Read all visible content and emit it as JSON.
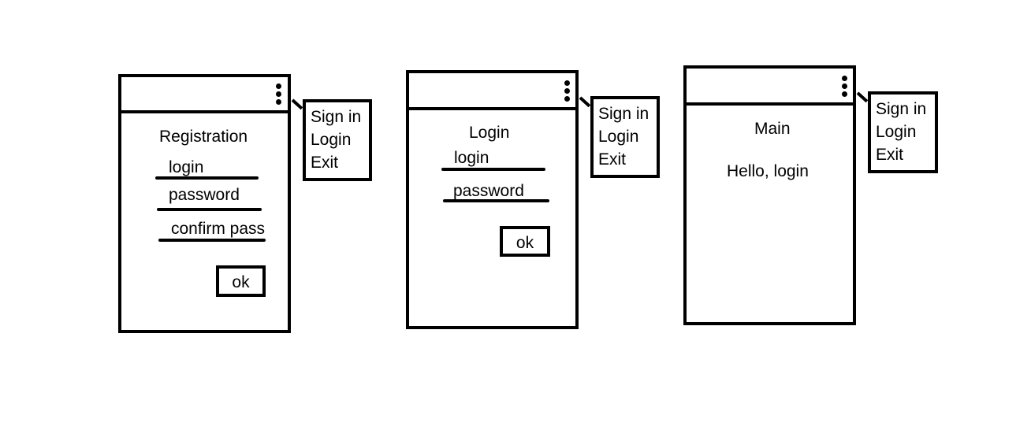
{
  "screens": [
    {
      "title": "Registration",
      "fields": [
        "login",
        "password",
        "confirm pass"
      ],
      "button": "ok",
      "menu": [
        "Sign in",
        "Login",
        "Exit"
      ]
    },
    {
      "title": "Login",
      "fields": [
        "login",
        "password"
      ],
      "button": "ok",
      "menu": [
        "Sign in",
        "Login",
        "Exit"
      ]
    },
    {
      "title": "Main",
      "greeting": "Hello, login",
      "menu": [
        "Sign in",
        "Login",
        "Exit"
      ]
    }
  ],
  "icons": {
    "overflow": "kebab-menu-icon"
  }
}
